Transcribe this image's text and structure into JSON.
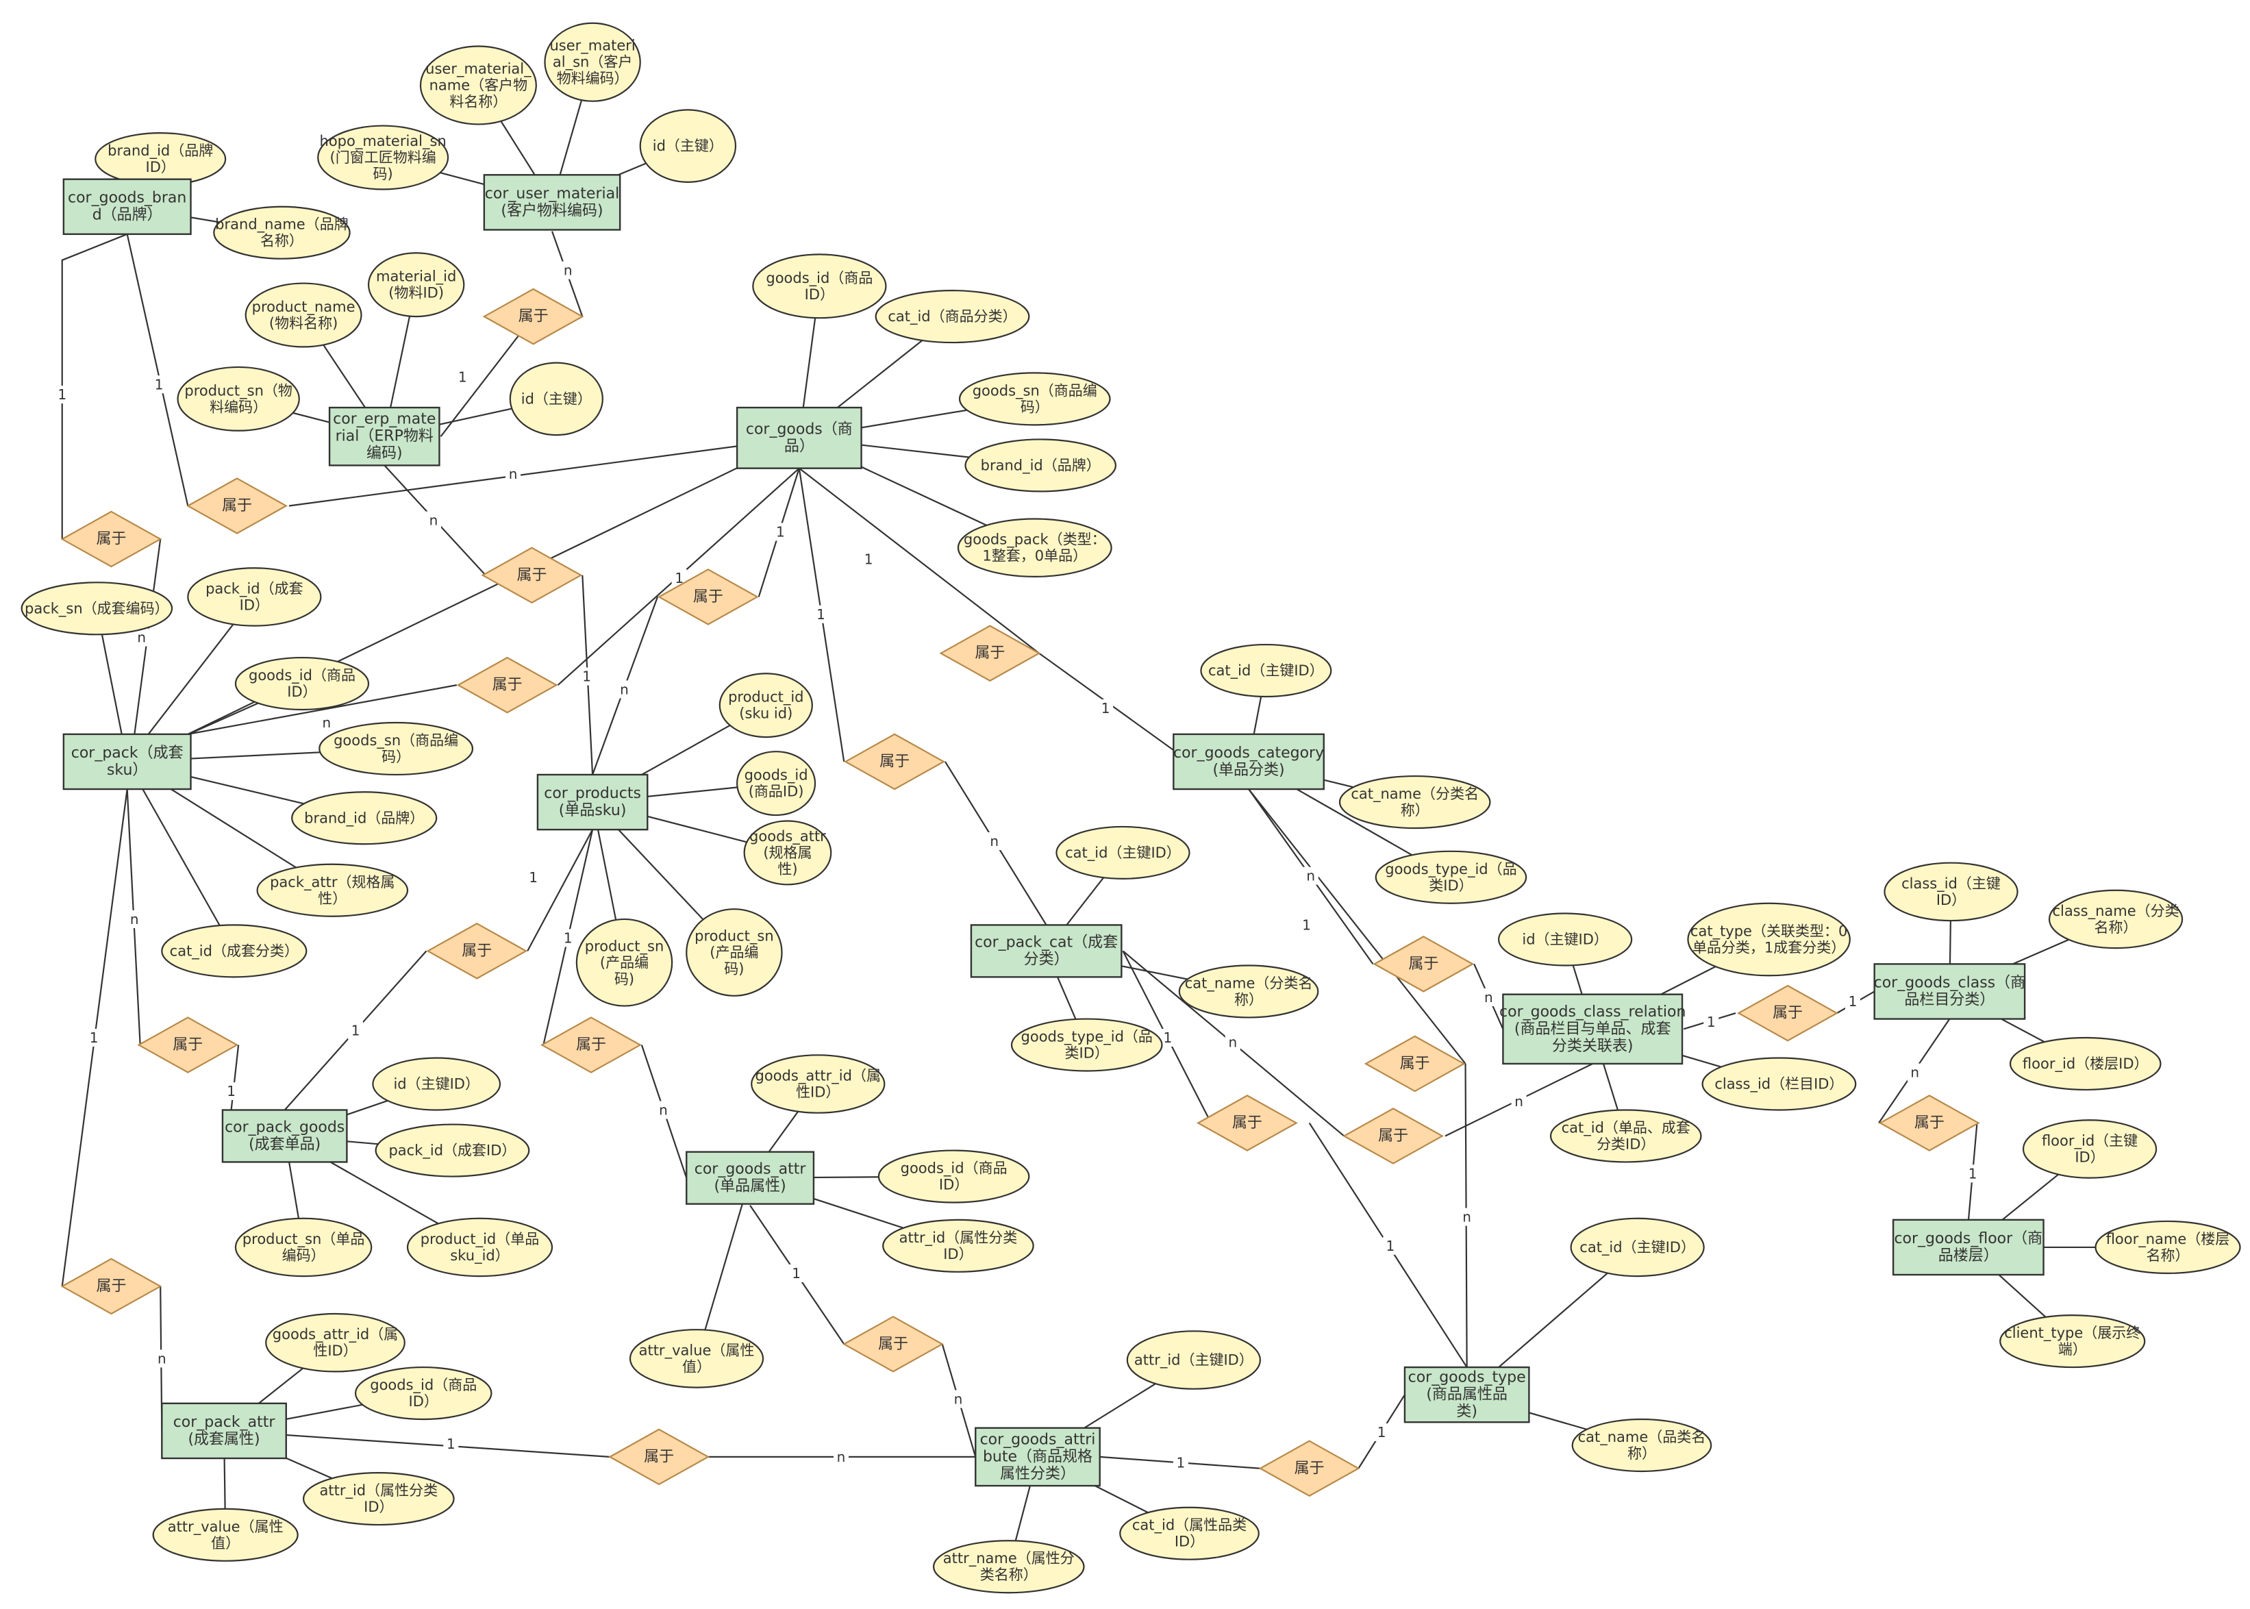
{
  "colors": {
    "entity_fill": "#c8e6c9",
    "entity_stroke": "#333333",
    "attr_fill": "#fff7c6",
    "attr_stroke": "#333333",
    "rel_fill": "#ffd9a8",
    "rel_stroke": "#b78a4a",
    "line": "#333333"
  },
  "relationship_label": "属于",
  "entities": [
    {
      "id": "cor_goods_brand",
      "lines": [
        "cor_goods_bran",
        "d（品牌）"
      ]
    },
    {
      "id": "cor_user_material",
      "lines": [
        "cor_user_material",
        "(客户物料编码)"
      ]
    },
    {
      "id": "cor_erp_material",
      "lines": [
        "cor_erp_mate",
        "rial（ERP物料",
        "编码)"
      ]
    },
    {
      "id": "cor_goods",
      "lines": [
        "cor_goods（商",
        "品）"
      ]
    },
    {
      "id": "cor_pack",
      "lines": [
        "cor_pack（成套",
        "sku）"
      ]
    },
    {
      "id": "cor_products",
      "lines": [
        "cor_products",
        "(单品sku)"
      ]
    },
    {
      "id": "cor_goods_category",
      "lines": [
        "cor_goods_category",
        "(单品分类)"
      ]
    },
    {
      "id": "cor_pack_cat",
      "lines": [
        "cor_pack_cat（成套",
        "分类）"
      ]
    },
    {
      "id": "cor_goods_class_relation",
      "lines": [
        "cor_goods_class_relation",
        "(商品栏目与单品、成套",
        "分类关联表)"
      ]
    },
    {
      "id": "cor_goods_class",
      "lines": [
        "cor_goods_class（商",
        "品栏目分类）"
      ]
    },
    {
      "id": "cor_pack_goods",
      "lines": [
        "cor_pack_goods",
        "(成套单品)"
      ]
    },
    {
      "id": "cor_goods_attr",
      "lines": [
        "cor_goods_attr",
        "(单品属性)"
      ]
    },
    {
      "id": "cor_goods_floor",
      "lines": [
        "cor_goods_floor（商",
        "品楼层）"
      ]
    },
    {
      "id": "cor_pack_attr",
      "lines": [
        "cor_pack_attr",
        "(成套属性)"
      ]
    },
    {
      "id": "cor_goods_attribute",
      "lines": [
        "cor_goods_attri",
        "bute（商品规格",
        "属性分类）"
      ]
    },
    {
      "id": "cor_goods_type",
      "lines": [
        "cor_goods_type",
        "(商品属性品",
        "类)"
      ]
    }
  ],
  "attributes": [
    {
      "id": "a1",
      "lines": [
        "brand_id（品牌",
        "ID）"
      ]
    },
    {
      "id": "a2",
      "lines": [
        "brand_name（品牌",
        "名称）"
      ]
    },
    {
      "id": "a3",
      "lines": [
        "user_material_",
        "name（客户物",
        "料名称）"
      ]
    },
    {
      "id": "a4",
      "lines": [
        "user_materi",
        "al_sn（客户",
        "物料编码）"
      ]
    },
    {
      "id": "a5",
      "lines": [
        "hopo_material_sn",
        "(门窗工匠物料编",
        "码)"
      ]
    },
    {
      "id": "a6",
      "lines": [
        "id（主键）"
      ]
    },
    {
      "id": "a7",
      "lines": [
        "product_name",
        "(物料名称)"
      ]
    },
    {
      "id": "a8",
      "lines": [
        "material_id",
        "(物料ID)"
      ]
    },
    {
      "id": "a9",
      "lines": [
        "product_sn（物",
        "料编码）"
      ]
    },
    {
      "id": "a10",
      "lines": [
        "id（主键）"
      ]
    },
    {
      "id": "a11",
      "lines": [
        "goods_id（商品",
        "ID）"
      ]
    },
    {
      "id": "a12",
      "lines": [
        "cat_id（商品分类）"
      ]
    },
    {
      "id": "a13",
      "lines": [
        "goods_sn（商品编",
        "码）"
      ]
    },
    {
      "id": "a14",
      "lines": [
        "brand_id（品牌）"
      ]
    },
    {
      "id": "a15",
      "lines": [
        "goods_pack（类型：",
        "1整套，0单品）"
      ]
    },
    {
      "id": "a16",
      "lines": [
        "pack_sn（成套编码）"
      ]
    },
    {
      "id": "a17",
      "lines": [
        "pack_id（成套",
        "ID）"
      ]
    },
    {
      "id": "a18",
      "lines": [
        "goods_id（商品",
        "ID）"
      ]
    },
    {
      "id": "a19",
      "lines": [
        "goods_sn（商品编",
        "码）"
      ]
    },
    {
      "id": "a20",
      "lines": [
        "brand_id（品牌）"
      ]
    },
    {
      "id": "a21",
      "lines": [
        "pack_attr（规格属",
        "性）"
      ]
    },
    {
      "id": "a22",
      "lines": [
        "cat_id（成套分类）"
      ]
    },
    {
      "id": "a23",
      "lines": [
        "product_id",
        "(sku id)"
      ]
    },
    {
      "id": "a24",
      "lines": [
        "goods_id",
        "(商品ID)"
      ]
    },
    {
      "id": "a25",
      "lines": [
        "goods_attr",
        "(规格属",
        "性)"
      ]
    },
    {
      "id": "a26",
      "lines": [
        "product_sn",
        "(产品编",
        "码)"
      ]
    },
    {
      "id": "a27",
      "lines": [
        "product_sn",
        "(产品编",
        "码)"
      ]
    },
    {
      "id": "a28",
      "lines": [
        "cat_id（主键ID）"
      ]
    },
    {
      "id": "a29",
      "lines": [
        "cat_name（分类名",
        "称）"
      ]
    },
    {
      "id": "a30",
      "lines": [
        "goods_type_id（品",
        "类ID）"
      ]
    },
    {
      "id": "a31",
      "lines": [
        "cat_id（主键ID）"
      ]
    },
    {
      "id": "a32",
      "lines": [
        "cat_name（分类名",
        "称）"
      ]
    },
    {
      "id": "a33",
      "lines": [
        "goods_type_id（品",
        "类ID）"
      ]
    },
    {
      "id": "a34",
      "lines": [
        "id（主键ID）"
      ]
    },
    {
      "id": "a35",
      "lines": [
        "cat_type（关联类型：0",
        "单品分类，1成套分类）"
      ]
    },
    {
      "id": "a36",
      "lines": [
        "class_id（栏目ID）"
      ]
    },
    {
      "id": "a37",
      "lines": [
        "cat_id（单品、成套",
        "分类ID）"
      ]
    },
    {
      "id": "a38",
      "lines": [
        "class_id（主键",
        "ID）"
      ]
    },
    {
      "id": "a39",
      "lines": [
        "class_name（分类",
        "名称）"
      ]
    },
    {
      "id": "a40",
      "lines": [
        "floor_id（楼层ID）"
      ]
    },
    {
      "id": "a41",
      "lines": [
        "id（主键ID）"
      ]
    },
    {
      "id": "a42",
      "lines": [
        "pack_id（成套ID）"
      ]
    },
    {
      "id": "a43",
      "lines": [
        "product_sn（单品",
        "编码）"
      ]
    },
    {
      "id": "a44",
      "lines": [
        "product_id（单品",
        "sku_id）"
      ]
    },
    {
      "id": "a45",
      "lines": [
        "goods_attr_id（属",
        "性ID）"
      ]
    },
    {
      "id": "a46",
      "lines": [
        "goods_id（商品",
        "ID）"
      ]
    },
    {
      "id": "a47",
      "lines": [
        "attr_id（属性分类",
        "ID）"
      ]
    },
    {
      "id": "a48",
      "lines": [
        "attr_value（属性",
        "值）"
      ]
    },
    {
      "id": "a49",
      "lines": [
        "floor_id（主键",
        "ID）"
      ]
    },
    {
      "id": "a50",
      "lines": [
        "floor_name（楼层",
        "名称）"
      ]
    },
    {
      "id": "a51",
      "lines": [
        "client_type（展示终",
        "端）"
      ]
    },
    {
      "id": "a52",
      "lines": [
        "goods_attr_id（属",
        "性ID）"
      ]
    },
    {
      "id": "a53",
      "lines": [
        "goods_id（商品",
        "ID）"
      ]
    },
    {
      "id": "a54",
      "lines": [
        "attr_id（属性分类",
        "ID）"
      ]
    },
    {
      "id": "a55",
      "lines": [
        "attr_value（属性",
        "值）"
      ]
    },
    {
      "id": "a56",
      "lines": [
        "attr_id（主键ID）"
      ]
    },
    {
      "id": "a57",
      "lines": [
        "cat_id（属性品类",
        "ID）"
      ]
    },
    {
      "id": "a58",
      "lines": [
        "attr_name（属性分",
        "类名称）"
      ]
    },
    {
      "id": "a59",
      "lines": [
        "cat_id（主键ID）"
      ]
    },
    {
      "id": "a60",
      "lines": [
        "cat_name（品类名",
        "称）"
      ]
    }
  ],
  "cardinalities": [
    "n",
    "1",
    "1",
    "n",
    "1",
    "n",
    "1",
    "1",
    "1",
    "n",
    "n",
    "n",
    "1",
    "1",
    "1",
    "n",
    "1",
    "1",
    "n",
    "1",
    "1",
    "n",
    "n",
    "n",
    "1",
    "n",
    "1",
    "1",
    "n",
    "n",
    "1",
    "1",
    "n",
    "1",
    "1",
    "n",
    "1",
    "n",
    "1",
    "n",
    "1",
    "1"
  ]
}
